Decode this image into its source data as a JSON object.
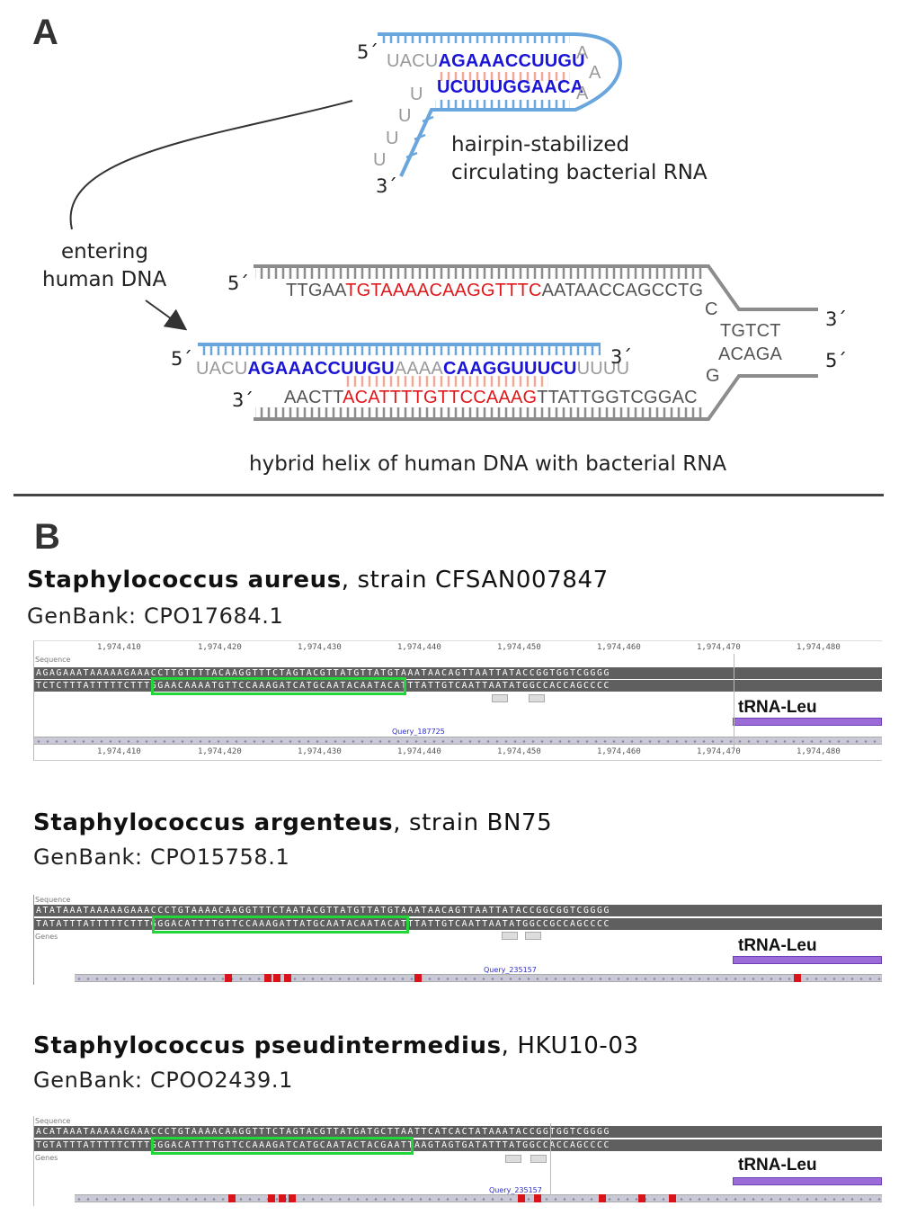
{
  "panelA": {
    "letter": "A",
    "hairpin": {
      "five_prime": "5´",
      "three_prime": "3´",
      "top_grey": "UACU",
      "top_blue": "AGAAACCUUGU",
      "bottom_blue": "UCUUUGGAACA",
      "loop_a1": "A",
      "loop_a2": "A",
      "loop_a3": "A",
      "tail_u1": "U",
      "tail_u2": "U",
      "tail_u3": "U",
      "tail_u4": "U",
      "caption_line1": "hairpin-stabilized",
      "caption_line2": "circulating bacterial RNA"
    },
    "entering_line1": "entering",
    "entering_line2": "human DNA",
    "hybrid": {
      "top_five": "5´",
      "top_grey1": "TTGAA",
      "top_red": "TGTAAAACAAGGTTTC",
      "top_grey2": "AATAACCAGCCTG",
      "rna_five": "5´",
      "rna_three": "3´",
      "rna_grey1": "UACU",
      "rna_blue1": "AGAAACCUUGU",
      "rna_grey2": "AAAA",
      "rna_blue2": "CAAGGUUUCU",
      "rna_grey3": "UUUU",
      "bot_three": "3´",
      "bot_grey1": "AACTT",
      "bot_red": "ACATTTTGTTCCAAAG",
      "bot_grey2": "TTATTGGTCGGAC",
      "fork_c": "C",
      "fork_g": "G",
      "fork_top": "TGTCT",
      "fork_bot": "ACAGA",
      "right_three": "3´",
      "right_five": "5´",
      "caption": "hybrid helix of human DNA with bacterial RNA"
    }
  },
  "panelB": {
    "letter": "B",
    "organisms": [
      {
        "name": "Staphylococcus aureus",
        "suffix": ", strain CFSAN007847",
        "genbank": "GenBank: CPO17684.1",
        "ruler": [
          "1,974,410",
          "1,974,420",
          "1,974,430",
          "1,974,440",
          "1,974,450",
          "1,974,460",
          "1,974,470",
          "1,974,480"
        ],
        "seq_label": "Sequence",
        "top_strand": "AGAGAAATAAAAAGAAACCTTGTTTTACAAGGTTTCTAGTACGTTATGTTATGTAAATAACAGTTAATTATACCGGTGGTCGGGG",
        "bottom_strand": "TCTCTTTATTTTTCTTTGGAACAAAATGTTCCAAAGATCATGCAATACAATACATTTATTGTCAATTAATATGGCCACCAGCCCC",
        "trna": "tRNA-Leu",
        "query": "Query_187725"
      },
      {
        "name": "Staphylococcus argenteus",
        "suffix": ", strain BN75",
        "genbank": "GenBank: CPO15758.1",
        "seq_label": "Sequence",
        "genes_label": "Genes",
        "top_strand": "ATATAAATAAAAAGAAACCCTGTAAAACAAGGTTTCTAATACGTTATGTTATGTAAATAACAGTTAATTATACCGGCGGTCGGGG",
        "bottom_strand": "TATATTTATTTTTCTTTGGGACATTTTGTTCCAAAGATTATGCAATACAATACATTTATTGTCAATTAATATGGCCGCCAGCCCC",
        "trna": "tRNA-Leu",
        "query": "Query_235157"
      },
      {
        "name": "Staphylococcus pseudintermedius",
        "suffix": ", HKU10-03",
        "genbank": "GenBank: CPOO2439.1",
        "seq_label": "Sequence",
        "genes_label": "Genes",
        "top_strand": "ACATAAATAAAAAGAAACCCTGTAAAACAAGGTTTCTAGTACGTTATGATGCTTAATTCATCACTATAAATACCGGTGGTCGGGG",
        "bottom_strand": "TGTATTTATTTTTCTTTGGGACATTTTGTTCCAAAGATCATGCAATACTACGAATTAAGTAGTGATATTTATGGCCACCAGCCCC",
        "trna": "tRNA-Leu",
        "query": "Query_235157"
      }
    ]
  },
  "colors": {
    "rna_blue": "#1a14d6",
    "dna_red": "#e0181c",
    "backbone_blue": "#6aa6de",
    "backbone_grey": "#8c8c8c",
    "highlight_green": "#22d63a",
    "trna_purple": "#9b6bd8",
    "mismatch_red": "#d8141a"
  }
}
